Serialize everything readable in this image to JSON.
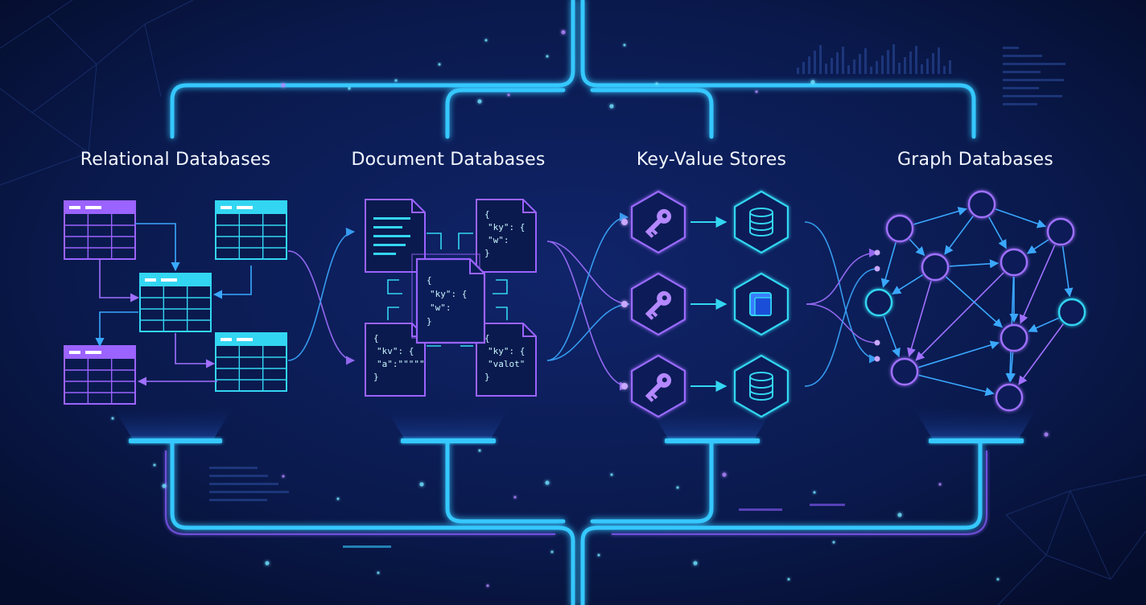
{
  "colors": {
    "background": "#07123a",
    "bus": "#35c8ff",
    "purple": "#9b63ff",
    "cyan": "#33d6f2",
    "blue": "#2aa5ff"
  },
  "categories": [
    {
      "title": "Relational Databases"
    },
    {
      "title": "Document Databases"
    },
    {
      "title": "Key-Value Stores"
    },
    {
      "title": "Graph Databases"
    }
  ],
  "documents": {
    "doc_top_right": [
      "{",
      "\"ky\": {",
      "\"w\":",
      "}"
    ],
    "doc_center": [
      "{",
      "\"ky\": {",
      "\"w\":",
      "}"
    ],
    "doc_bottom_left": [
      "{",
      "\"kv\": {",
      "\"a\":\"\"\"\"\"",
      "}"
    ],
    "doc_bottom_right": [
      "{",
      "\"ky\": {",
      "\"valot\"",
      "}"
    ]
  },
  "icons": {
    "table": "table-icon",
    "document": "document-icon",
    "key": "key-icon",
    "database": "database-cylinder-icon",
    "folder": "folder-icon",
    "graph_node": "graph-node-icon"
  }
}
